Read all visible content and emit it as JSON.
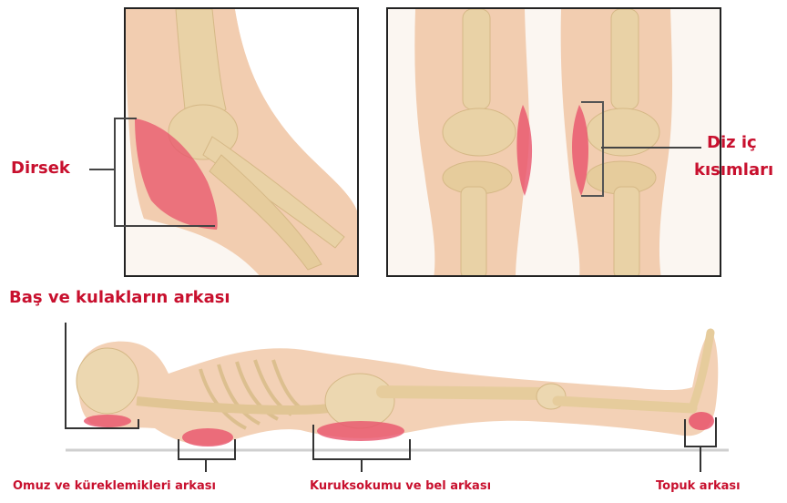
{
  "labels": {
    "elbow": "Dirsek",
    "knee_line1": "Diz iç",
    "knee_line2": "kısımları",
    "head": "Baş ve kulakların arkası",
    "shoulder": "Omuz ve küreklemikleri arkası",
    "sacrum": "Kuruksokumu ve bel arkası",
    "heel": "Topuk arkası"
  },
  "colors": {
    "accent": "#c8102e",
    "pressure_zone": "#e8536b",
    "skin": "#f2cdb0",
    "bone": "#e9d2a6",
    "frame": "#222222"
  }
}
